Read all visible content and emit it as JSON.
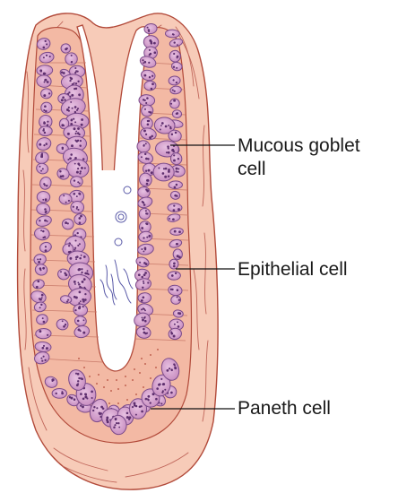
{
  "labels": {
    "goblet": "Mucous goblet\ncell",
    "epithelial": "Epithelial cell",
    "paneth": "Paneth cell"
  },
  "colors": {
    "tissue_fill": "#f6c3b0",
    "tissue_dark": "#eaa38c",
    "outline": "#b24a3a",
    "cell_fill": "#d8a6d0",
    "cell_outline": "#7a4a8a",
    "granule": "#6c3a7e",
    "mucus_outline": "#5a5aa8",
    "leader_line": "#111111",
    "background": "#ffffff"
  }
}
